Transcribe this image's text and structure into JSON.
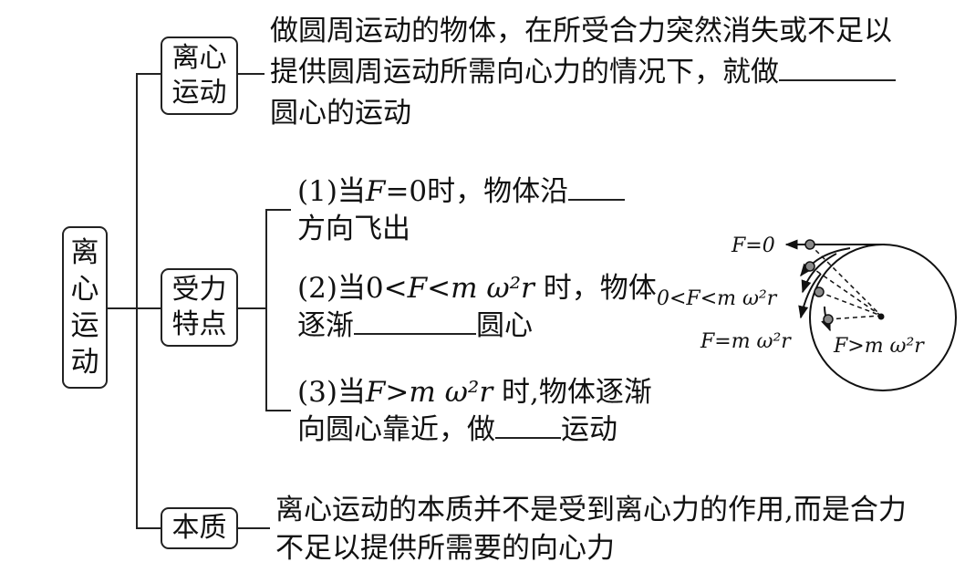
{
  "root": {
    "label_chars": [
      "离",
      "心",
      "运",
      "动"
    ]
  },
  "branches": {
    "centrifugal_motion": {
      "label_lines": [
        "离心",
        "运动"
      ],
      "lines": [
        "做圆周运动的物体，在所受合力突然消失或不足以",
        "提供圆周运动所需向心力的情况下，就做",
        "圆心的运动"
      ]
    },
    "force_features": {
      "label_lines": [
        "受力",
        "特点"
      ],
      "item1": {
        "line1_prefix": "(1)当",
        "line1_math": "F",
        "line1_suffix": "=0时，物体沿",
        "line2": "方向飞出"
      },
      "item2": {
        "line1_prefix": "(2)当0<",
        "line1_math": "F<m ω²r",
        "line1_suffix": " 时，物体",
        "line2_prefix": "逐渐",
        "line2_suffix": "圆心"
      },
      "item3": {
        "line1_prefix": "(3)当",
        "line1_math": "F>m ω²r",
        "line1_suffix": " 时,物体逐渐",
        "line2_prefix": "向圆心靠近，做",
        "line2_suffix": "运动"
      }
    },
    "essence": {
      "label": "本质",
      "lines": [
        "离心运动的本质并不是受到离心力的作用,而是合力",
        "不足以提供所需要的向心力"
      ]
    }
  },
  "figure": {
    "labels": {
      "f_zero": "F=0",
      "f_less": "0<F<m ω²r",
      "f_equal": "F=m ω²r",
      "f_greater": "F>m ω²r"
    }
  }
}
